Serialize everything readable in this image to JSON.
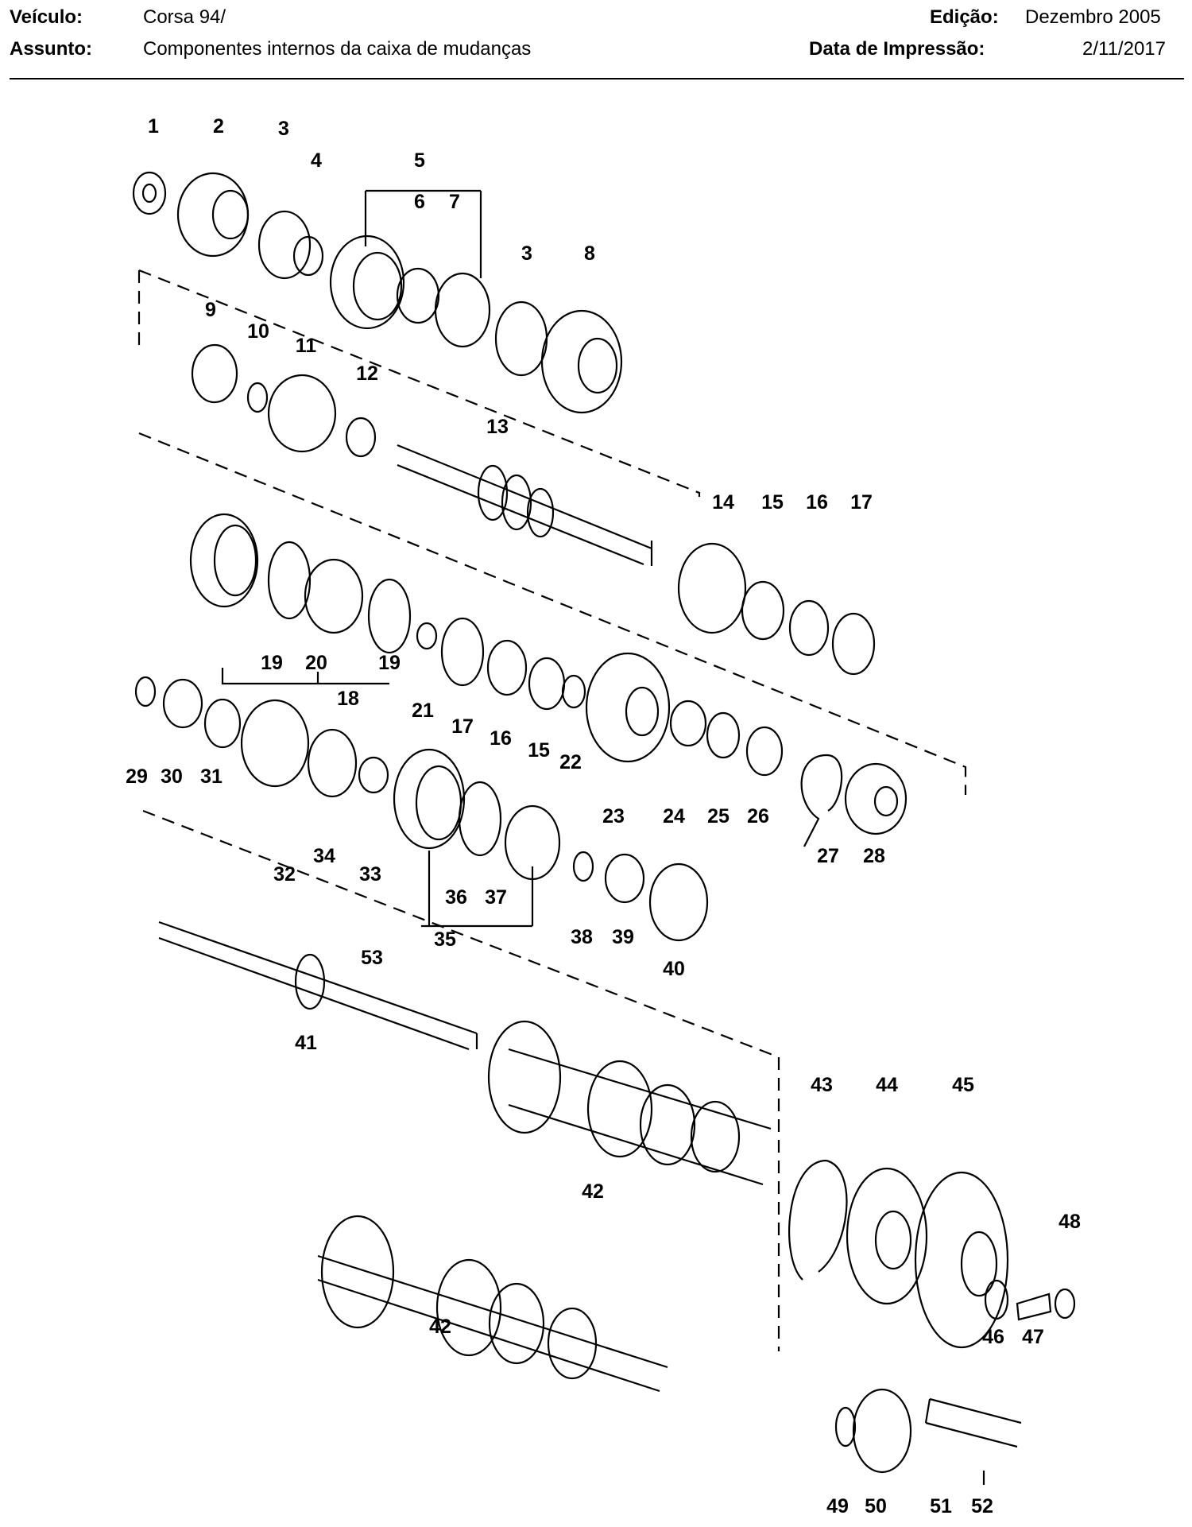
{
  "header": {
    "vehicle_label": "Veículo:",
    "vehicle_value": "Corsa 94/",
    "subject_label": "Assunto:",
    "subject_value": "Componentes internos da caixa de mudanças",
    "edition_label": "Edição:",
    "edition_value": "Dezembro 2005",
    "print_date_label": "Data de Impressão:",
    "print_date_value": "2/11/2017"
  },
  "diagram": {
    "part_numbers": [
      "1",
      "2",
      "3",
      "4",
      "5",
      "6",
      "7",
      "3",
      "8",
      "9",
      "10",
      "11",
      "12",
      "13",
      "14",
      "15",
      "16",
      "17",
      "19",
      "20",
      "18",
      "19",
      "21",
      "17",
      "16",
      "15",
      "22",
      "23",
      "24",
      "25",
      "26",
      "27",
      "28",
      "29",
      "30",
      "31",
      "32",
      "34",
      "33",
      "36",
      "37",
      "35",
      "38",
      "39",
      "40",
      "53",
      "41",
      "42",
      "43",
      "44",
      "45",
      "48",
      "46",
      "47",
      "42",
      "49",
      "50",
      "51",
      "52"
    ]
  }
}
